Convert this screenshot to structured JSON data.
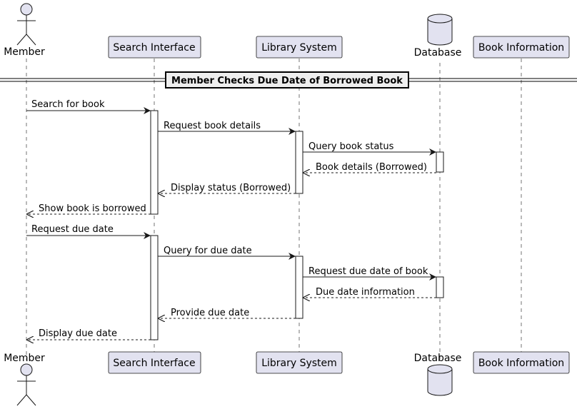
{
  "participants": {
    "member": "Member",
    "search_interface": "Search Interface",
    "library_system": "Library System",
    "database": "Database",
    "book_information": "Book Information"
  },
  "divider": "Member Checks Due Date of Borrowed Book",
  "messages": [
    {
      "from": "member",
      "to": "search_interface",
      "label": "Search for book",
      "dashed": false
    },
    {
      "from": "search_interface",
      "to": "library_system",
      "label": "Request book details",
      "dashed": false
    },
    {
      "from": "library_system",
      "to": "database",
      "label": "Query book status",
      "dashed": false
    },
    {
      "from": "database",
      "to": "library_system",
      "label": "Book details (Borrowed)",
      "dashed": true
    },
    {
      "from": "library_system",
      "to": "search_interface",
      "label": "Display status (Borrowed)",
      "dashed": true
    },
    {
      "from": "search_interface",
      "to": "member",
      "label": "Show book is borrowed",
      "dashed": true
    },
    {
      "from": "member",
      "to": "search_interface",
      "label": "Request due date",
      "dashed": false
    },
    {
      "from": "search_interface",
      "to": "library_system",
      "label": "Query for due date",
      "dashed": false
    },
    {
      "from": "library_system",
      "to": "database",
      "label": "Request due date of book",
      "dashed": false
    },
    {
      "from": "database",
      "to": "library_system",
      "label": "Due date information",
      "dashed": true
    },
    {
      "from": "library_system",
      "to": "search_interface",
      "label": "Provide due date",
      "dashed": true
    },
    {
      "from": "search_interface",
      "to": "member",
      "label": "Display due date",
      "dashed": true
    }
  ]
}
